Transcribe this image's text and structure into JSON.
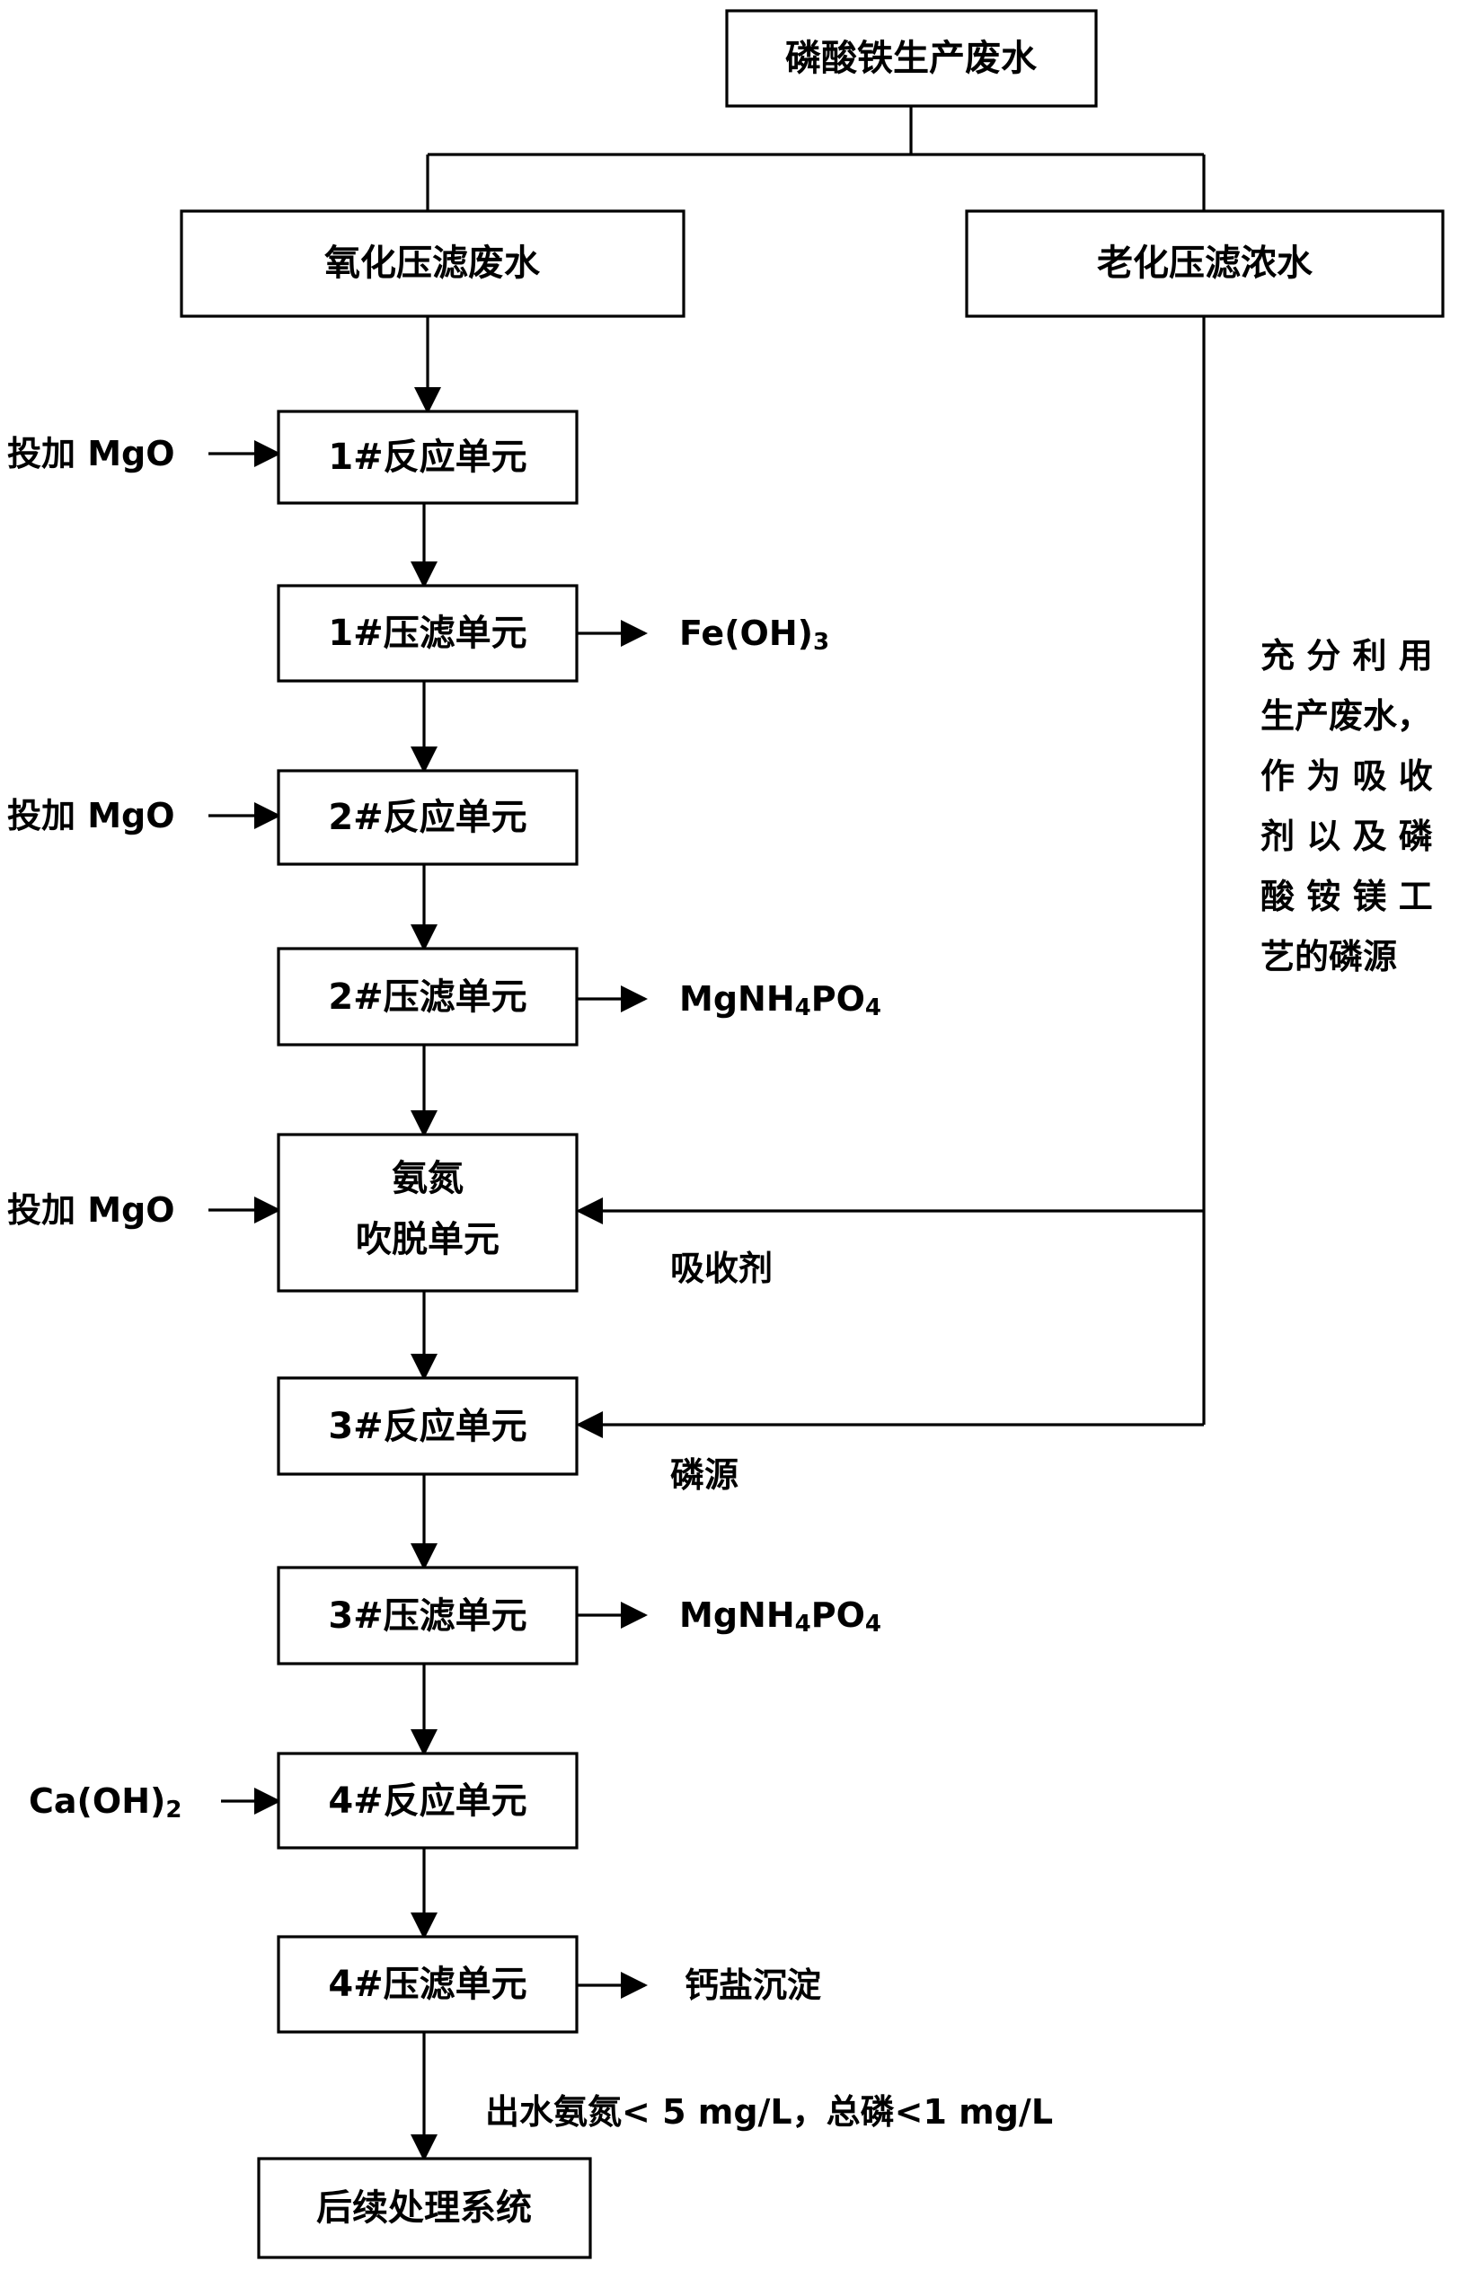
{
  "diagram": {
    "nodes": {
      "source": "磷酸铁生产废水",
      "oxid": "氧化压滤废水",
      "aging": "老化压滤浓水",
      "r1": "1#反应单元",
      "f1": "1#压滤单元",
      "r2": "2#反应单元",
      "f2": "2#压滤单元",
      "strip_line1": "氨氮",
      "strip_line2": "吹脱单元",
      "r3": "3#反应单元",
      "f3": "3#压滤单元",
      "r4": "4#反应单元",
      "f4": "4#压滤单元",
      "final": "后续处理系统"
    },
    "inputs": {
      "mgo_1": "投加 MgO",
      "mgo_2": "投加 MgO",
      "mgo_3": "投加 MgO",
      "caoh2_main": "Ca(OH)",
      "caoh2_sub": "2"
    },
    "outputs": {
      "feoh3_main": "Fe(OH)",
      "feoh3_sub": "3",
      "mgnh4po4_a": {
        "p1": "MgNH",
        "s1": "4",
        "p2": "PO",
        "s2": "4"
      },
      "mgnh4po4_b": {
        "p1": "MgNH",
        "s1": "4",
        "p2": "PO",
        "s2": "4"
      },
      "calcium": "钙盐沉淀"
    },
    "edge_labels": {
      "absorbent": "吸收剂",
      "phosphorus_source": "磷源",
      "effluent": "出水氨氮< 5 mg/L，总磷<1 mg/L"
    },
    "note": [
      "充 分 利 用",
      "生产废水，",
      "作 为 吸 收",
      "剂 以 及 磷",
      "酸 铵 镁 工",
      "艺的磷源"
    ]
  }
}
